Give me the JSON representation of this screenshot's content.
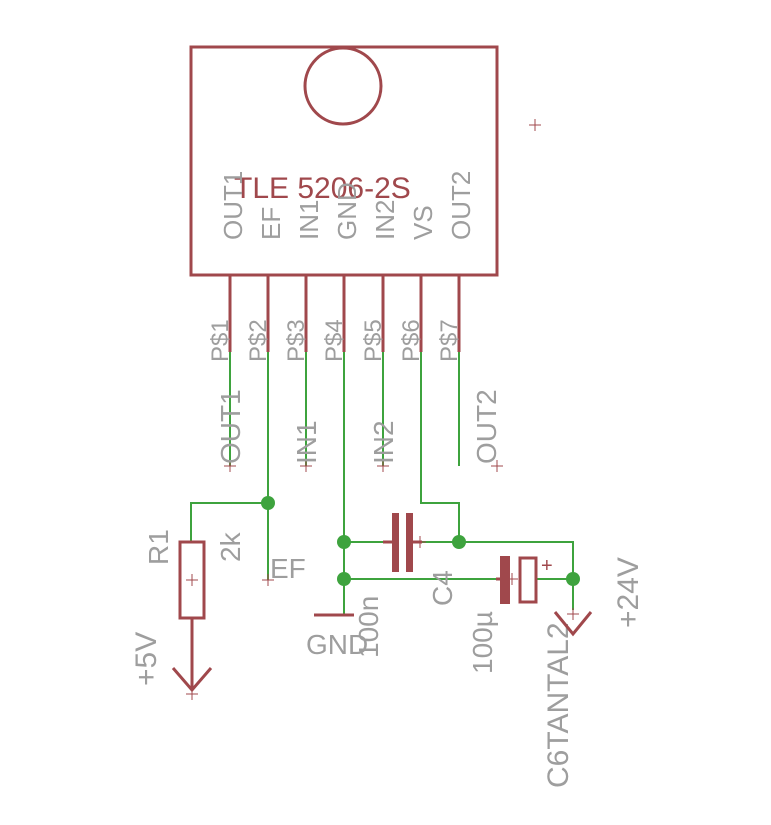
{
  "ic": {
    "name": "TLE 5206-2S",
    "pins": [
      "OUT1",
      "EF",
      "IN1",
      "GND",
      "IN2",
      "VS",
      "OUT2"
    ],
    "pads": [
      "P$1",
      "P$2",
      "P$3",
      "P$4",
      "P$5",
      "P$6",
      "P$7"
    ]
  },
  "nets": {
    "out1": "OUT1",
    "in1": "IN1",
    "in2": "IN2",
    "out2": "OUT2",
    "ef": "EF",
    "gnd": "GND"
  },
  "r1": {
    "name": "R1",
    "value": "2k"
  },
  "c4": {
    "name": "C4",
    "value": "100n"
  },
  "c6": {
    "name": "C6TANTAL2",
    "value": "100µ",
    "plus": "+"
  },
  "supplies": {
    "v5": "+5V",
    "v24": "+24V"
  },
  "colors": {
    "part": "#a0484c",
    "wire": "#3ea33e",
    "label": "#9e9e9e"
  }
}
